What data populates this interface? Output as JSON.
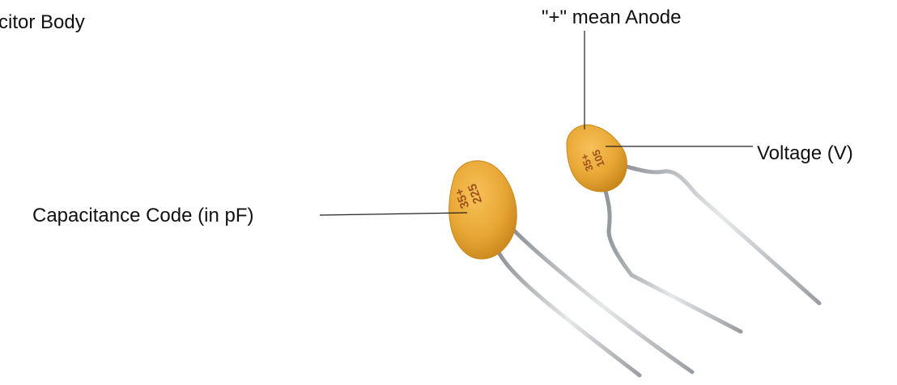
{
  "labels": {
    "capacitor_body": "citor Body",
    "anode": "\"+\" mean Anode",
    "voltage": "Voltage (V)",
    "capacitance_code": "Capacitance Code (in pF)"
  },
  "capacitors": {
    "left": {
      "marking_top": "35+",
      "marking_bottom": "225"
    },
    "right": {
      "marking_top": "35+",
      "marking_bottom": "105"
    }
  },
  "colors": {
    "body": "#e8a734",
    "body_shade": "#c9861c",
    "marking": "#a0521a",
    "lead": "#b9bcbf",
    "leader_line": "#222222"
  }
}
